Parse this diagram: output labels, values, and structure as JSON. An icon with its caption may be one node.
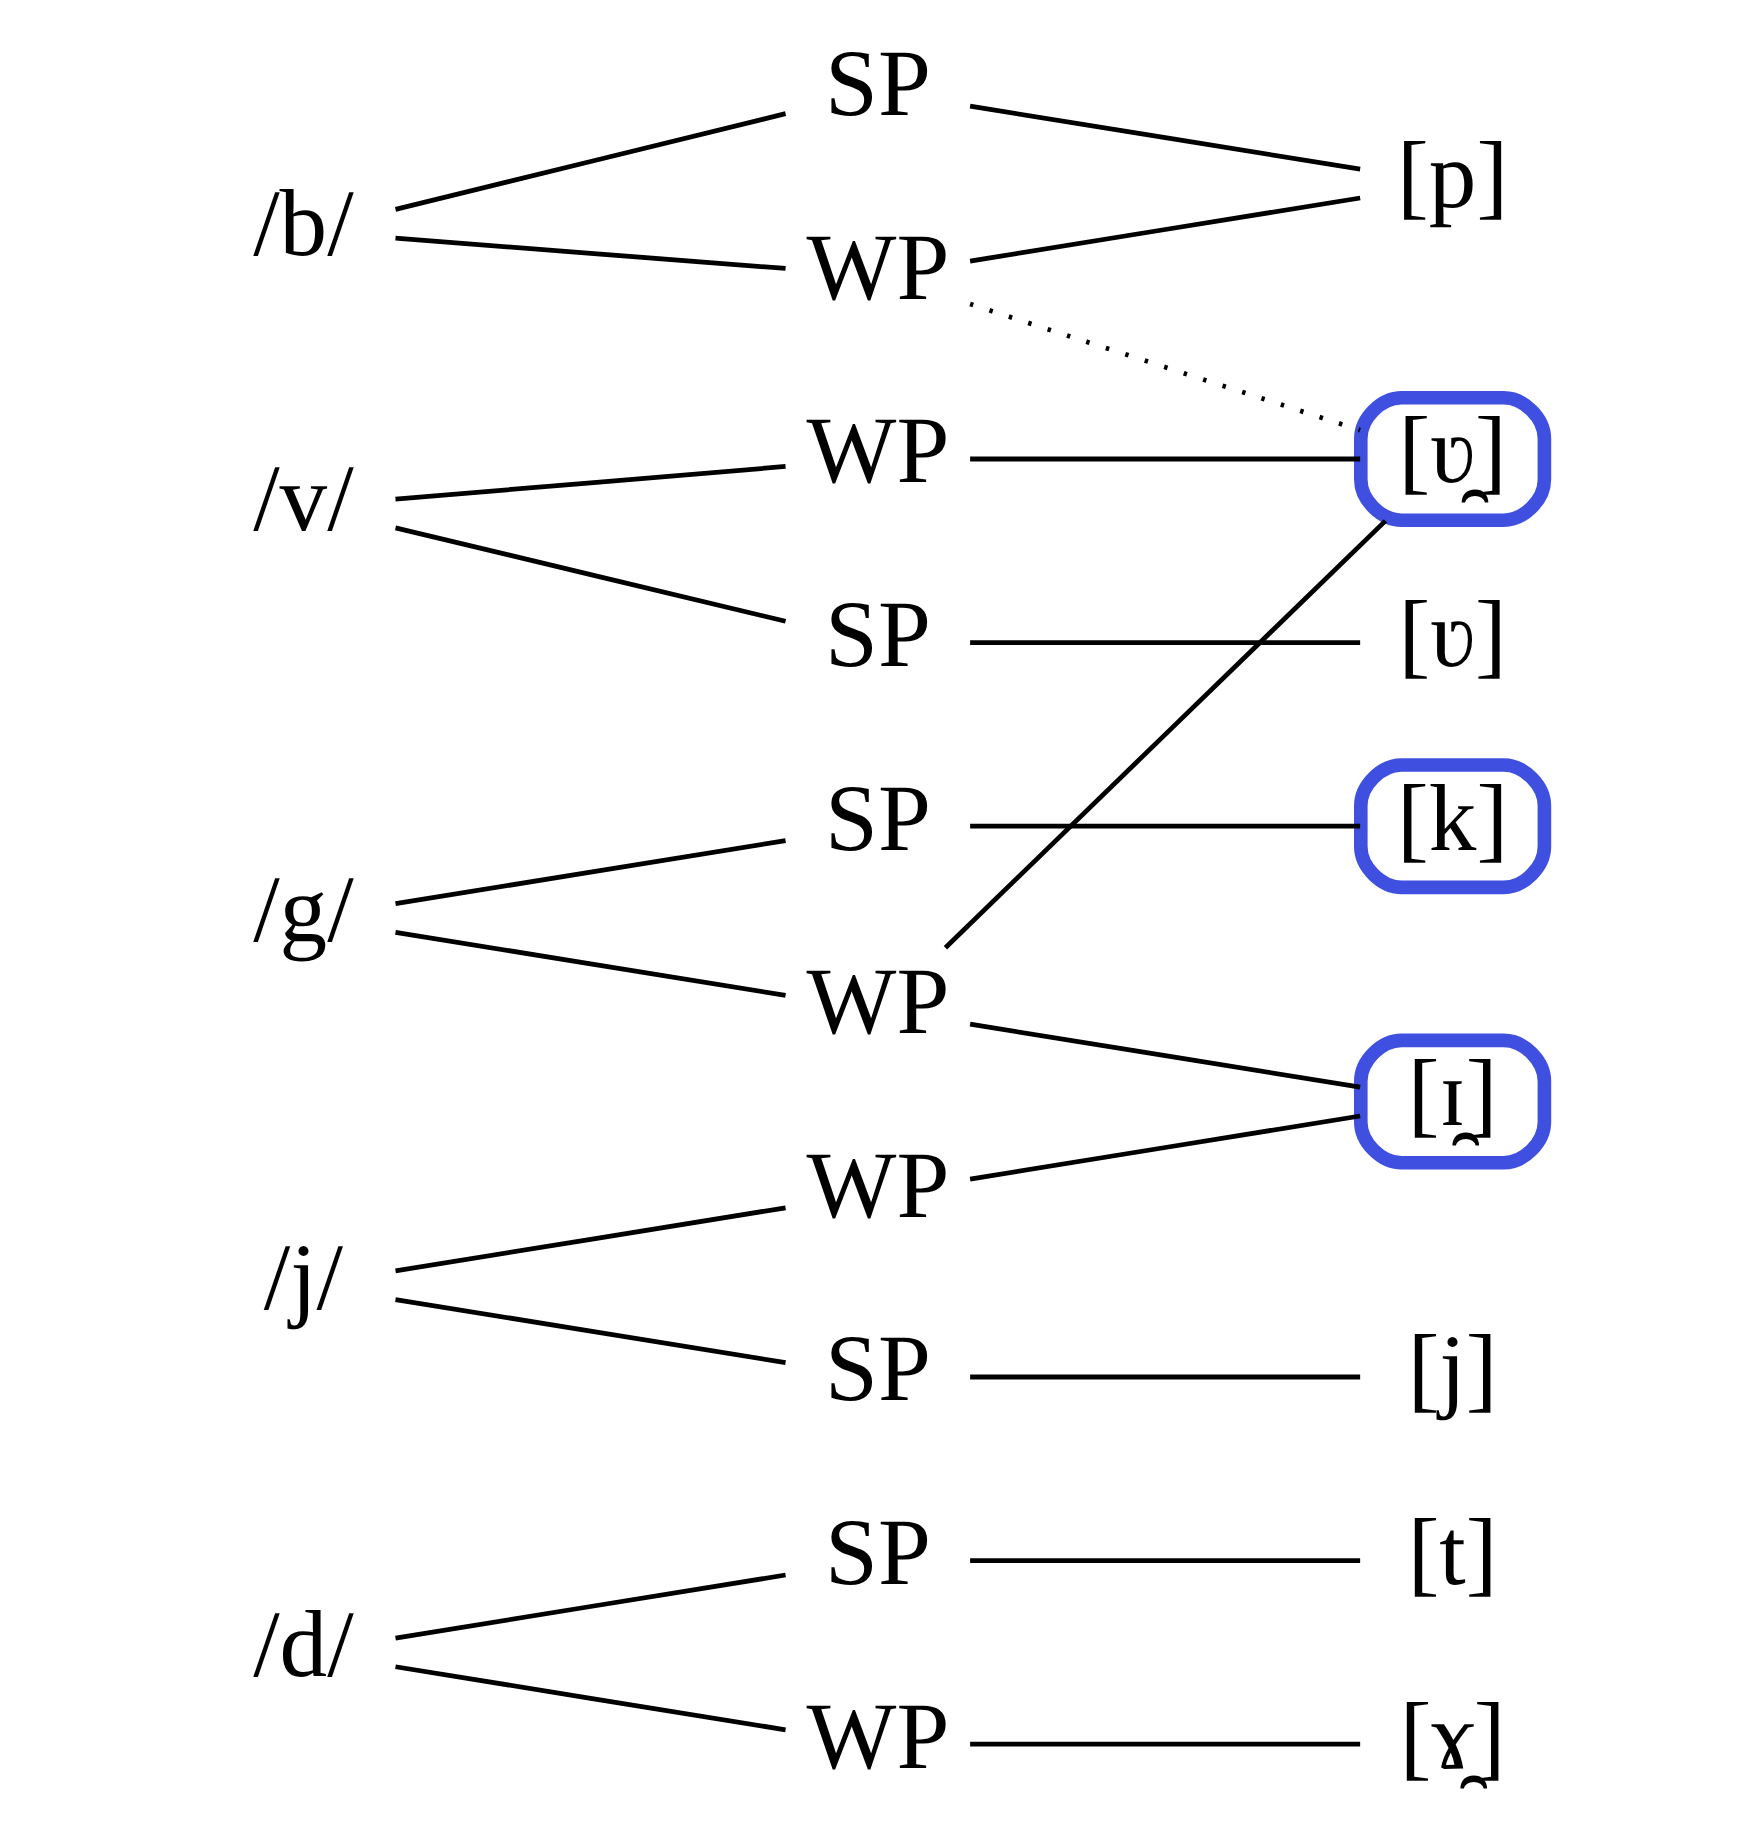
{
  "diagram": {
    "nodes": [
      {
        "text": [
          "/b/"
        ]
      },
      {
        "text": [
          "/d/"
        ]
      },
      {
        "text": [
          "/g/"
        ]
      },
      {
        "text": [
          "/v/"
        ]
      },
      {
        "text": [
          "/j/"
        ]
      },
      {
        "text": [
          "SP"
        ]
      },
      {
        "text": [
          "WP"
        ]
      },
      {
        "text": [
          "SP"
        ]
      },
      {
        "text": [
          "WP"
        ]
      },
      {
        "text": [
          "SP"
        ]
      },
      {
        "text": [
          "WP"
        ]
      },
      {
        "text": [
          "SP"
        ]
      },
      {
        "text": [
          "WP"
        ]
      },
      {
        "text": [
          "SP"
        ]
      },
      {
        "text": [
          "WP"
        ]
      },
      {
        "text": [
          "[p]"
        ]
      },
      {
        "text": [
          "[t]"
        ]
      },
      {
        "text": [
          "[ɤ̯]"
        ]
      },
      {
        "text": [
          "[k]"
        ]
      },
      {
        "text": [
          "[ʋ]"
        ]
      },
      {
        "text": [
          "[ʋ̯]"
        ]
      },
      {
        "text": [
          "[j]"
        ]
      },
      {
        "text": [
          "[ɪ̯]"
        ]
      }
    ],
    "edges": [
      {
        "from": 0,
        "to": 5,
        "arrow": "none"
      },
      {
        "from": 0,
        "to": 6,
        "arrow": "none"
      },
      {
        "from": 1,
        "to": 7,
        "arrow": "none"
      },
      {
        "from": 1,
        "to": 8,
        "arrow": "none"
      },
      {
        "from": 2,
        "to": 9,
        "arrow": "none"
      },
      {
        "from": 2,
        "to": 10,
        "arrow": "none"
      },
      {
        "from": 3,
        "to": 11,
        "arrow": "none"
      },
      {
        "from": 3,
        "to": 12,
        "arrow": "none"
      },
      {
        "from": 4,
        "to": 13,
        "arrow": "none"
      },
      {
        "from": 4,
        "to": 14,
        "arrow": "none"
      },
      {
        "from": 5,
        "to": 15,
        "arrow": "none"
      },
      {
        "from": 6,
        "to": 15,
        "arrow": "none"
      },
      {
        "from": 6,
        "to": 20,
        "arrow": "none",
        "style": "dashed"
      },
      {
        "from": 7,
        "to": 16,
        "arrow": "none"
      },
      {
        "from": 8,
        "to": 17,
        "arrow": "none"
      },
      {
        "from": 9,
        "to": 18,
        "arrow": "none"
      },
      {
        "from": 10,
        "to": 20,
        "arrow": "none"
      },
      {
        "from": 10,
        "to": 22,
        "arrow": "none"
      },
      {
        "from": 11,
        "to": 19,
        "arrow": "none"
      },
      {
        "from": 12,
        "to": 20,
        "arrow": "none"
      },
      {
        "from": 13,
        "to": 21,
        "arrow": "none"
      },
      {
        "from": 14,
        "to": 22,
        "arrow": "none"
      }
    ]
  }
}
